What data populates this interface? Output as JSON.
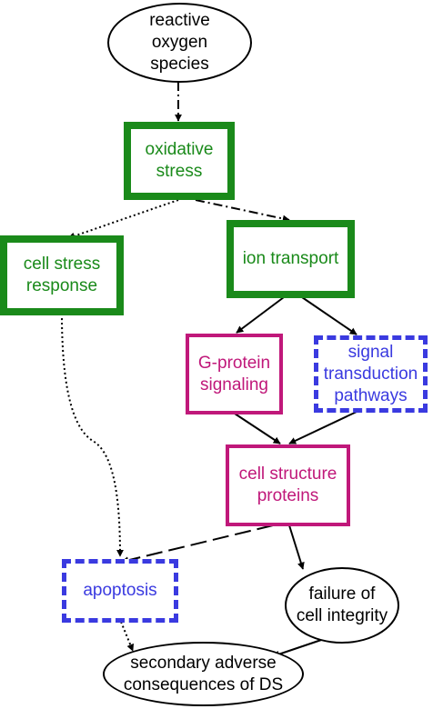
{
  "nodes": {
    "ros": "reactive\noxygen\nspecies",
    "oxidative_stress": "oxidative\nstress",
    "cell_stress_response": "cell stress\nresponse",
    "ion_transport": "ion transport",
    "g_protein": "G-protein\nsignaling",
    "signal_transduction": "signal\ntransduction\npathways",
    "cell_structure": "cell structure\nproteins",
    "apoptosis": "apoptosis",
    "failure_integrity": "failure of\ncell integrity",
    "secondary_consequences": "secondary adverse\nconsequences of DS"
  },
  "colors": {
    "green": "#1a8a1a",
    "magenta": "#c0187a",
    "blue": "#3a3ae0",
    "black": "#000000"
  }
}
